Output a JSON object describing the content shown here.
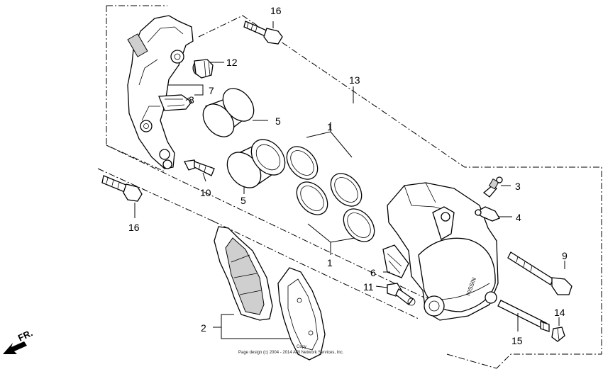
{
  "callouts": [
    {
      "id": "p16a",
      "label": "16"
    },
    {
      "id": "p12",
      "label": "12"
    },
    {
      "id": "p7",
      "label": "7"
    },
    {
      "id": "p8",
      "label": "8"
    },
    {
      "id": "p13",
      "label": "13"
    },
    {
      "id": "p5a",
      "label": "5"
    },
    {
      "id": "p1a",
      "label": "1"
    },
    {
      "id": "p5b",
      "label": "5"
    },
    {
      "id": "p10",
      "label": "10"
    },
    {
      "id": "p16b",
      "label": "16"
    },
    {
      "id": "p3",
      "label": "3"
    },
    {
      "id": "p4",
      "label": "4"
    },
    {
      "id": "p1b",
      "label": "1"
    },
    {
      "id": "p9",
      "label": "9"
    },
    {
      "id": "p6",
      "label": "6"
    },
    {
      "id": "p11",
      "label": "11"
    },
    {
      "id": "p14",
      "label": "14"
    },
    {
      "id": "p2",
      "label": "2"
    },
    {
      "id": "p15",
      "label": "15"
    }
  ],
  "direction_label": "FR.",
  "caliper_brand": "NISSIN",
  "copyright_line1": "Copy",
  "copyright_line2": "Page design (c) 2004 - 2014 ARI Network Services, Inc."
}
